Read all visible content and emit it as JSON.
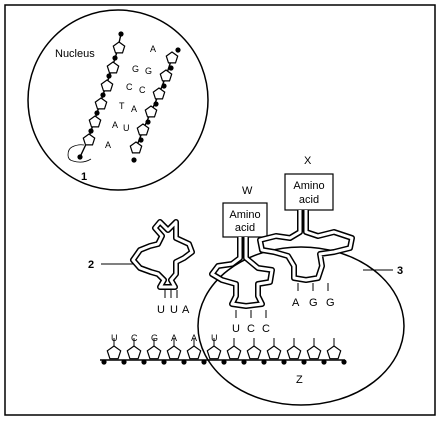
{
  "labels": {
    "nucleus": "Nucleus",
    "ref1": "1",
    "ref2": "2",
    "ref3": "3",
    "W": "W",
    "X": "X",
    "Z": "Z"
  },
  "amino_acid_boxes": [
    {
      "line1": "Amino",
      "line2": "acid"
    },
    {
      "line1": "Amino",
      "line2": "acid"
    }
  ],
  "dna_bases": {
    "right_strand": [
      "A",
      "G",
      "C",
      "A",
      "U"
    ],
    "left_strand": [
      "G",
      "C",
      "T",
      "A",
      "A"
    ]
  },
  "trna_anticodons": {
    "free_trna": [
      "U",
      "U",
      "A"
    ],
    "trna_w": [
      "U",
      "C",
      "C"
    ],
    "trna_x": [
      "A",
      "G",
      "G"
    ]
  },
  "mrna_bases": [
    "U",
    "C",
    "G",
    "A",
    "A",
    "U"
  ]
}
